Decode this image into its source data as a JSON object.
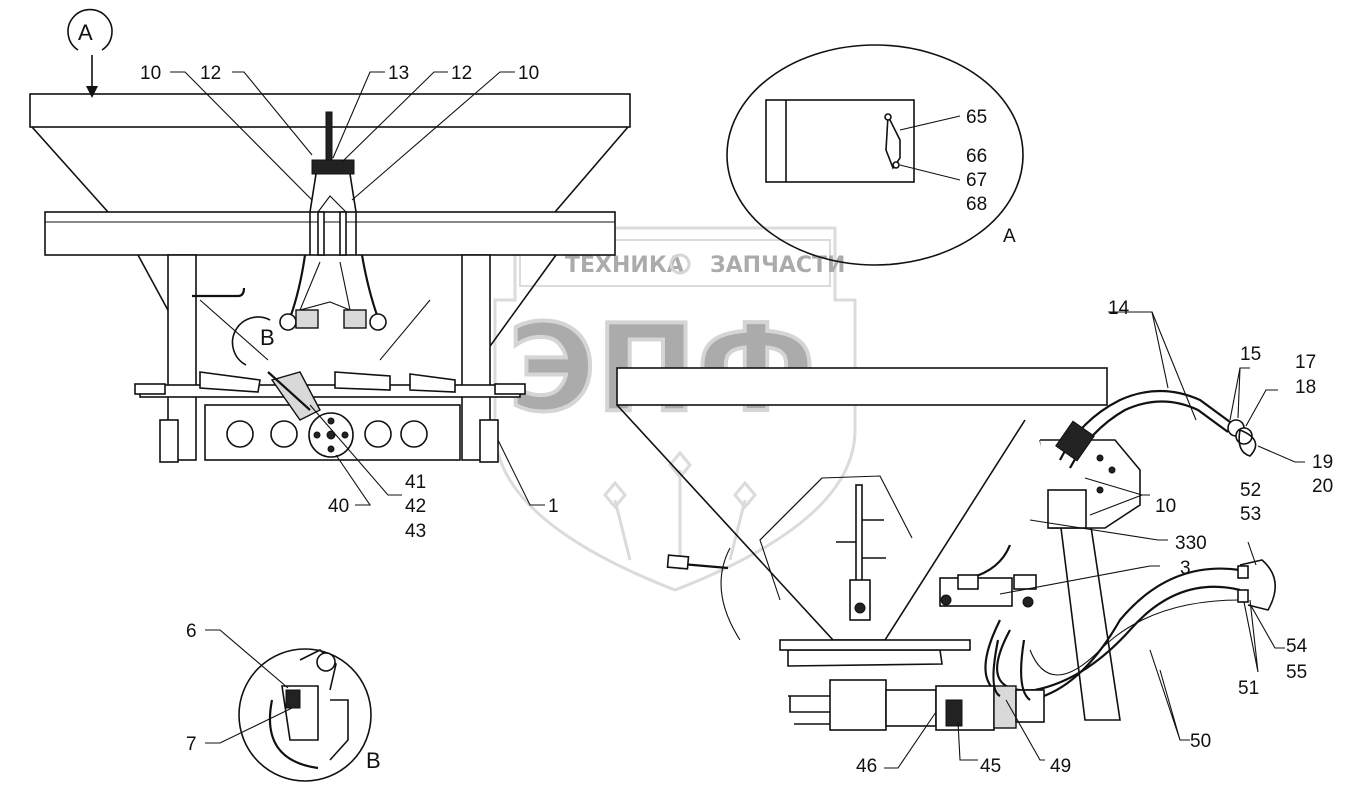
{
  "watermark": {
    "brand_top_left": "ТЕХНИКА",
    "brand_top_right": "ЗАПЧАСТИ",
    "brand_main": "ЭПФ"
  },
  "views": {
    "a_marker": "A",
    "a_detail_label": "A",
    "b_marker": "B",
    "b_detail_label": "B"
  },
  "callouts": {
    "c10_left": "10",
    "c12_left": "12",
    "c13": "13",
    "c12_right": "12",
    "c10_right": "10",
    "c65": "65",
    "c66": "66",
    "c67": "67",
    "c68": "68",
    "c14": "14",
    "c15": "15",
    "c17": "17",
    "c18": "18",
    "c19": "19",
    "c20": "20",
    "c10_side": "10",
    "c330": "330",
    "c3": "3",
    "c52": "52",
    "c53": "53",
    "c54": "54",
    "c55": "55",
    "c51": "51",
    "c50": "50",
    "c49": "49",
    "c45": "45",
    "c46": "46",
    "c41": "41",
    "c42": "42",
    "c43": "43",
    "c40": "40",
    "c1": "1",
    "c6": "6",
    "c7": "7"
  }
}
